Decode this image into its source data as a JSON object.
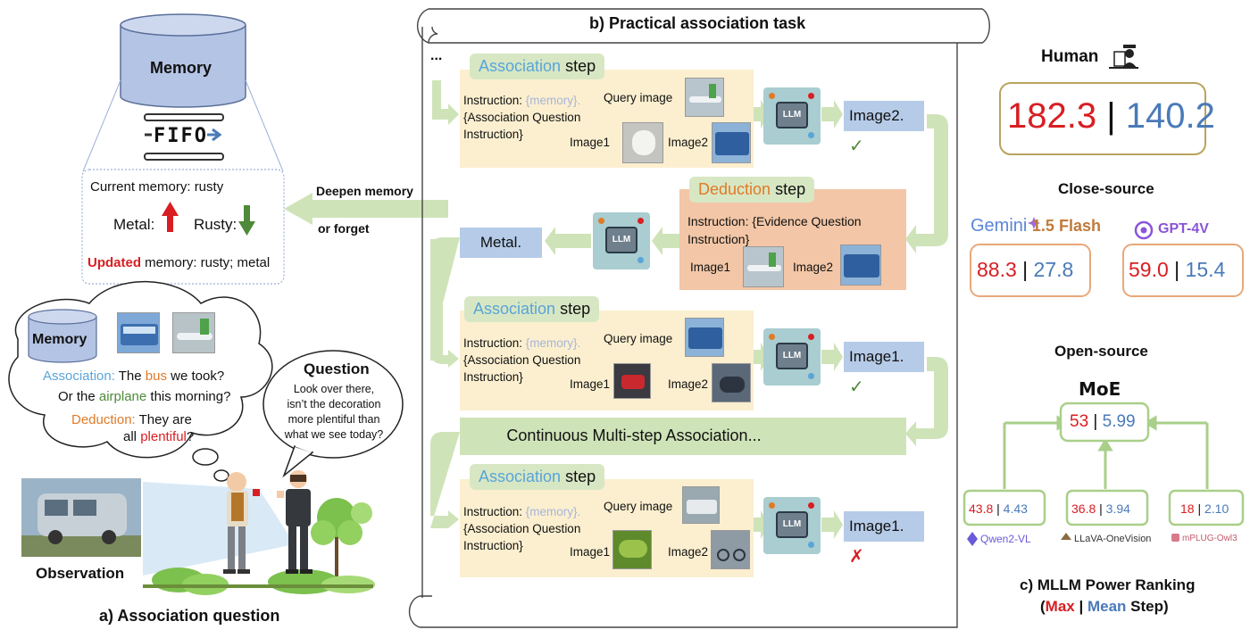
{
  "panel_a": {
    "memory_db_label": "Memory",
    "fifo_label": "FIFO",
    "current_memory": "Current memory: rusty",
    "metal_label": "Metal:",
    "rusty_label": "Rusty:",
    "updated_word": "Updated",
    "updated_rest": " memory: rusty; metal",
    "cloud_memory_label": "Memory",
    "assoc_word": "Association:",
    "assoc_t1": " The ",
    "assoc_bus": "bus",
    "assoc_t2": " we took?",
    "or_the": "Or the ",
    "airplane": "airplane",
    "this_morning": " this morning?",
    "deduction_word": "Deduction:",
    "they_are": " They are",
    "all": "all ",
    "plentiful": "plentiful",
    "qmark": "?",
    "question_title": "Question",
    "question_lines": [
      "Look over there,",
      "isn’t the decoration",
      "more plentiful than",
      "what we see today?"
    ],
    "observation": "Observation",
    "caption": "a) Association question"
  },
  "middle": {
    "deepen_line1": "Deepen memory",
    "deepen_line2": "or forget"
  },
  "panel_b": {
    "title": "b) Practical association task",
    "ellipsis": "...",
    "association_word": "Association",
    "deduction_word": "Deduction",
    "step_word": " step",
    "instruction_prefix": "Instruction: ",
    "memory_token": "{memory}.",
    "assoc_q1": "{Association Question",
    "assoc_q2": "Instruction}",
    "query_image": "Query image",
    "image1": "Image1",
    "image2": "Image2",
    "evidence_l1": "Instruction: {Evidence Question",
    "evidence_l2": "Instruction}",
    "llm_label": "LLM",
    "answer1": "Image2.",
    "answer_deduction": "Metal.",
    "answer2": "Image1.",
    "answer3": "Image1.",
    "check": "✓",
    "cross": "✗",
    "continuous": "Continuous Multi-step Association..."
  },
  "panel_c": {
    "human_label": "Human",
    "human_max": "182.3",
    "human_mean": "140.2",
    "close_source": "Close-source",
    "gemini_label": "Gemini",
    "gemini_version": "1.5 Flash",
    "gemini_max": "88.3",
    "gemini_mean": "27.8",
    "gpt_label": "GPT-4V",
    "gpt_max": "59.0",
    "gpt_mean": "15.4",
    "open_source": "Open-source",
    "moe_label": "MoE",
    "moe_max": "53",
    "moe_mean": "5.99",
    "qwen_label": "Qwen2-VL",
    "qwen_max": "43.8",
    "qwen_mean": "4.43",
    "llava_label": "LLaVA-OneVision",
    "llava_max": "36.8",
    "llava_mean": "3.94",
    "mplug_label": "mPLUG-Owl3",
    "mplug_max": "18",
    "mplug_mean": "2.10",
    "sep": "|",
    "caption1": "c) MLLM Power Ranking",
    "caption_open": "(",
    "caption_max": "Max",
    "caption_sep": " | ",
    "caption_mean": "Mean",
    "caption_step": " Step)"
  },
  "colors": {
    "max_red": "#d81e22",
    "mean_blue": "#4a7ab8",
    "green_arrow": "#cfe3b8",
    "yellow_box": "#fbefcf",
    "orange_box": "#f2c6a6",
    "answer_blue": "#b5cbe8"
  }
}
